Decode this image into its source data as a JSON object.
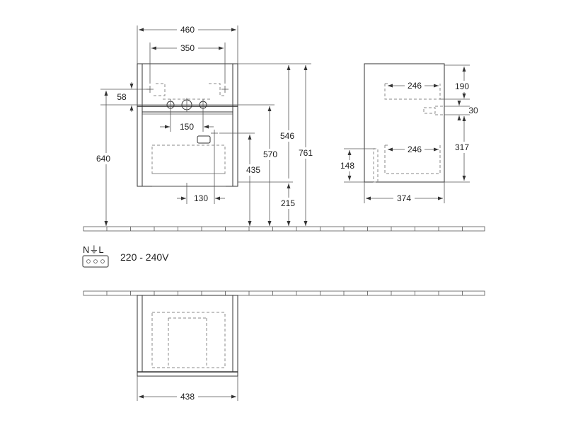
{
  "dimensions": {
    "front_width": "460",
    "front_inner_width": "350",
    "tap_offset": "58",
    "tap_spacing": "150",
    "height_to_taps": "640",
    "drawer_offset": "130",
    "drawer_height": "435",
    "height_546": "546",
    "height_570": "570",
    "height_761": "761",
    "floor_gap": "215",
    "side_top_width": "246",
    "side_bottom_width": "246",
    "side_top_height": "190",
    "side_gap": "30",
    "side_lower_height": "317",
    "side_left_height": "148",
    "side_depth": "374",
    "top_view_width": "438"
  },
  "electrical": {
    "symbol_label": "N⏚L",
    "voltage": "220 - 240V"
  },
  "colors": {
    "line": "#333333",
    "dashed": "#888888",
    "text": "#222222"
  }
}
